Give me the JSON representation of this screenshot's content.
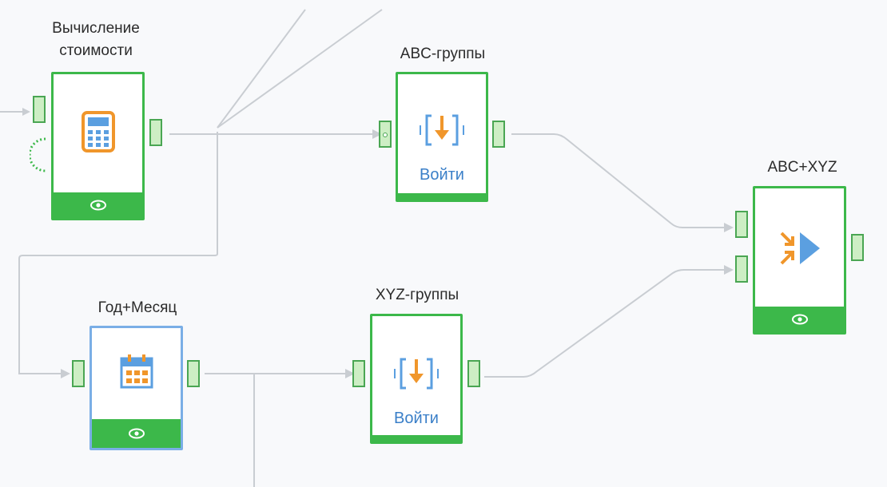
{
  "nodes": {
    "cost_calc": {
      "title": "Вычисление\nстоимости",
      "icon": "calculator-icon"
    },
    "abc": {
      "title": "ABC-группы",
      "button_label": "Войти",
      "icon": "enter-icon"
    },
    "abc_xyz": {
      "title": "ABC+XYZ",
      "icon": "merge-icon"
    },
    "year_month": {
      "title": "Год+Месяц",
      "icon": "calendar-icon"
    },
    "xyz": {
      "title": "XYZ-группы",
      "button_label": "Войти",
      "icon": "enter-icon"
    }
  },
  "colors": {
    "node_border": "#3cb84a",
    "node_border_selected": "#7aaee6",
    "port_fill": "#cdeec4",
    "wire": "#c9cdd2",
    "accent_orange": "#f0962b",
    "accent_blue": "#5b9fe0"
  }
}
